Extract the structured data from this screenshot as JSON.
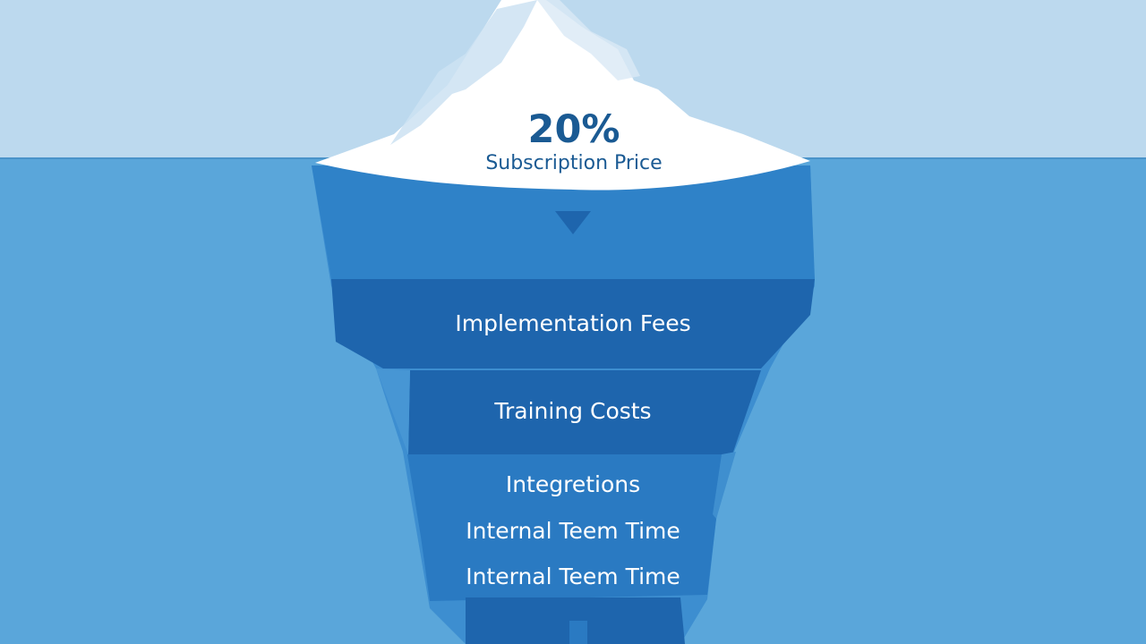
{
  "tip": {
    "percent": "20%",
    "label": "Subscription Price"
  },
  "layers": [
    {
      "label": "Implementation Fees"
    },
    {
      "label": "Training Costs"
    },
    {
      "label": "Integretions"
    },
    {
      "label": "Internal Teem Time"
    },
    {
      "label": "Internal Teem Time"
    }
  ],
  "colors": {
    "sky": "#bcd9ee",
    "water": "#5aa6da",
    "ice": "#ffffff",
    "layer_light": "#2f82c8",
    "layer_dark": "#1e65ad",
    "text_dark": "#1a5a93"
  }
}
